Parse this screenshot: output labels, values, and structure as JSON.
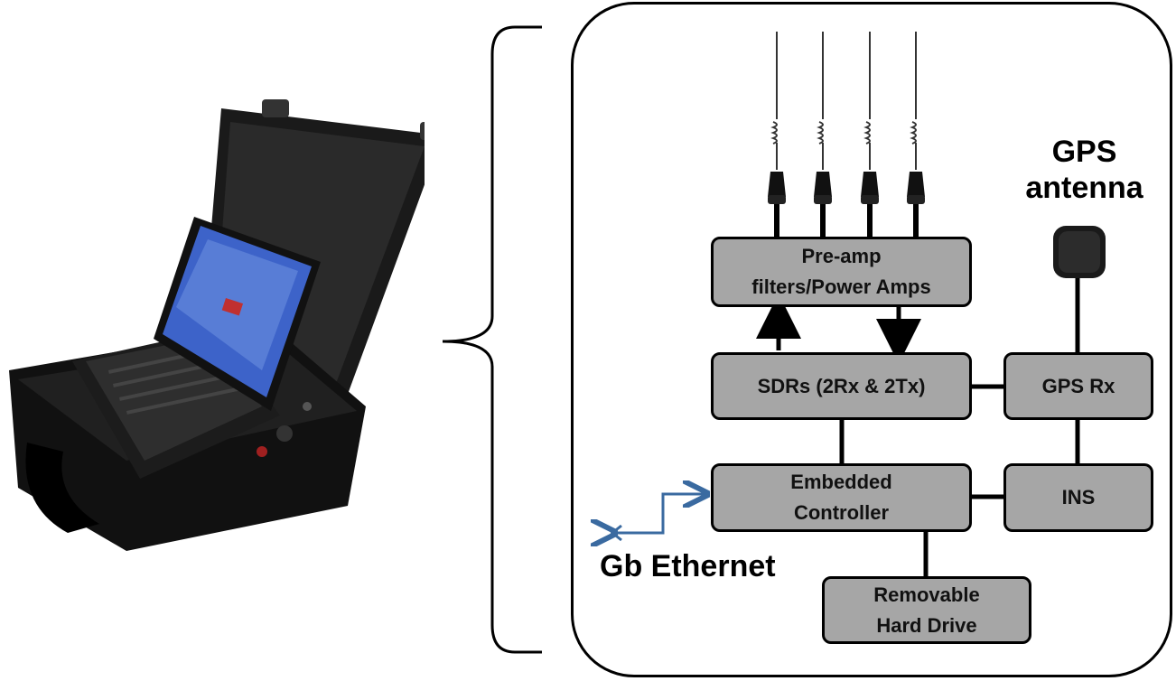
{
  "blocks": {
    "preamp": "Pre-amp\nfilters/Power Amps",
    "sdrs": "SDRs (2Rx & 2Tx)",
    "gps_rx": "GPS Rx",
    "controller": "Embedded\nController",
    "ins": "INS",
    "hard_drive": "Removable\nHard Drive"
  },
  "labels": {
    "gps_antenna": "GPS\nantenna",
    "ethernet": "Gb Ethernet"
  },
  "colors": {
    "block_fill": "#a6a6a6",
    "ethernet_arrow": "#3a6aa0"
  },
  "icons": {
    "photo": "portable-case-laptop",
    "antennas": "whip-antenna",
    "gps_antenna": "puck-antenna"
  }
}
